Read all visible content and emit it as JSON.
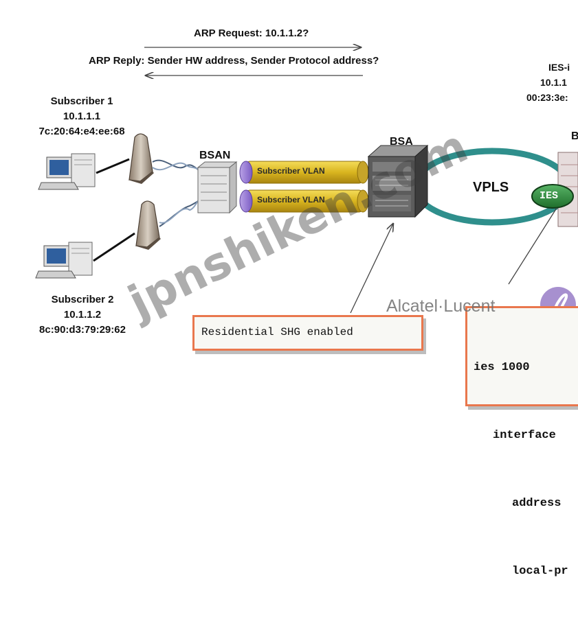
{
  "arp": {
    "request": "ARP Request: 10.1.1.2?",
    "reply": "ARP Reply: Sender HW address, Sender Protocol address?"
  },
  "subscriber1": {
    "name": "Subscriber 1",
    "ip": "10.1.1.1",
    "mac": "7c:20:64:e4:ee:68"
  },
  "subscriber2": {
    "name": "Subscriber 2",
    "ip": "10.1.1.2",
    "mac": "8c:90:d3:79:29:62"
  },
  "nodes": {
    "bsan": "BSAN",
    "bsa": "BSA",
    "bsr": "B",
    "vpls": "VPLS",
    "ies": "IES"
  },
  "vlans": [
    "Subscriber VLAN",
    "Subscriber VLAN"
  ],
  "ies_info": {
    "line1": "IES-i",
    "line2": "10.1.1",
    "line3": "00:23:3e:"
  },
  "callout_shg": "Residential SHG enabled",
  "callout_config": [
    "ies 1000",
    "interface",
    "address",
    "local-pr"
  ],
  "logo": "Alcatel·Lucent",
  "watermark": "jpnshiken.com",
  "colors": {
    "callout_border": "#e9774d",
    "vpls_ring": "#2f8f8c",
    "ies_fill": "#2f8a3e",
    "vlan_pipe": "#d9b51f"
  }
}
